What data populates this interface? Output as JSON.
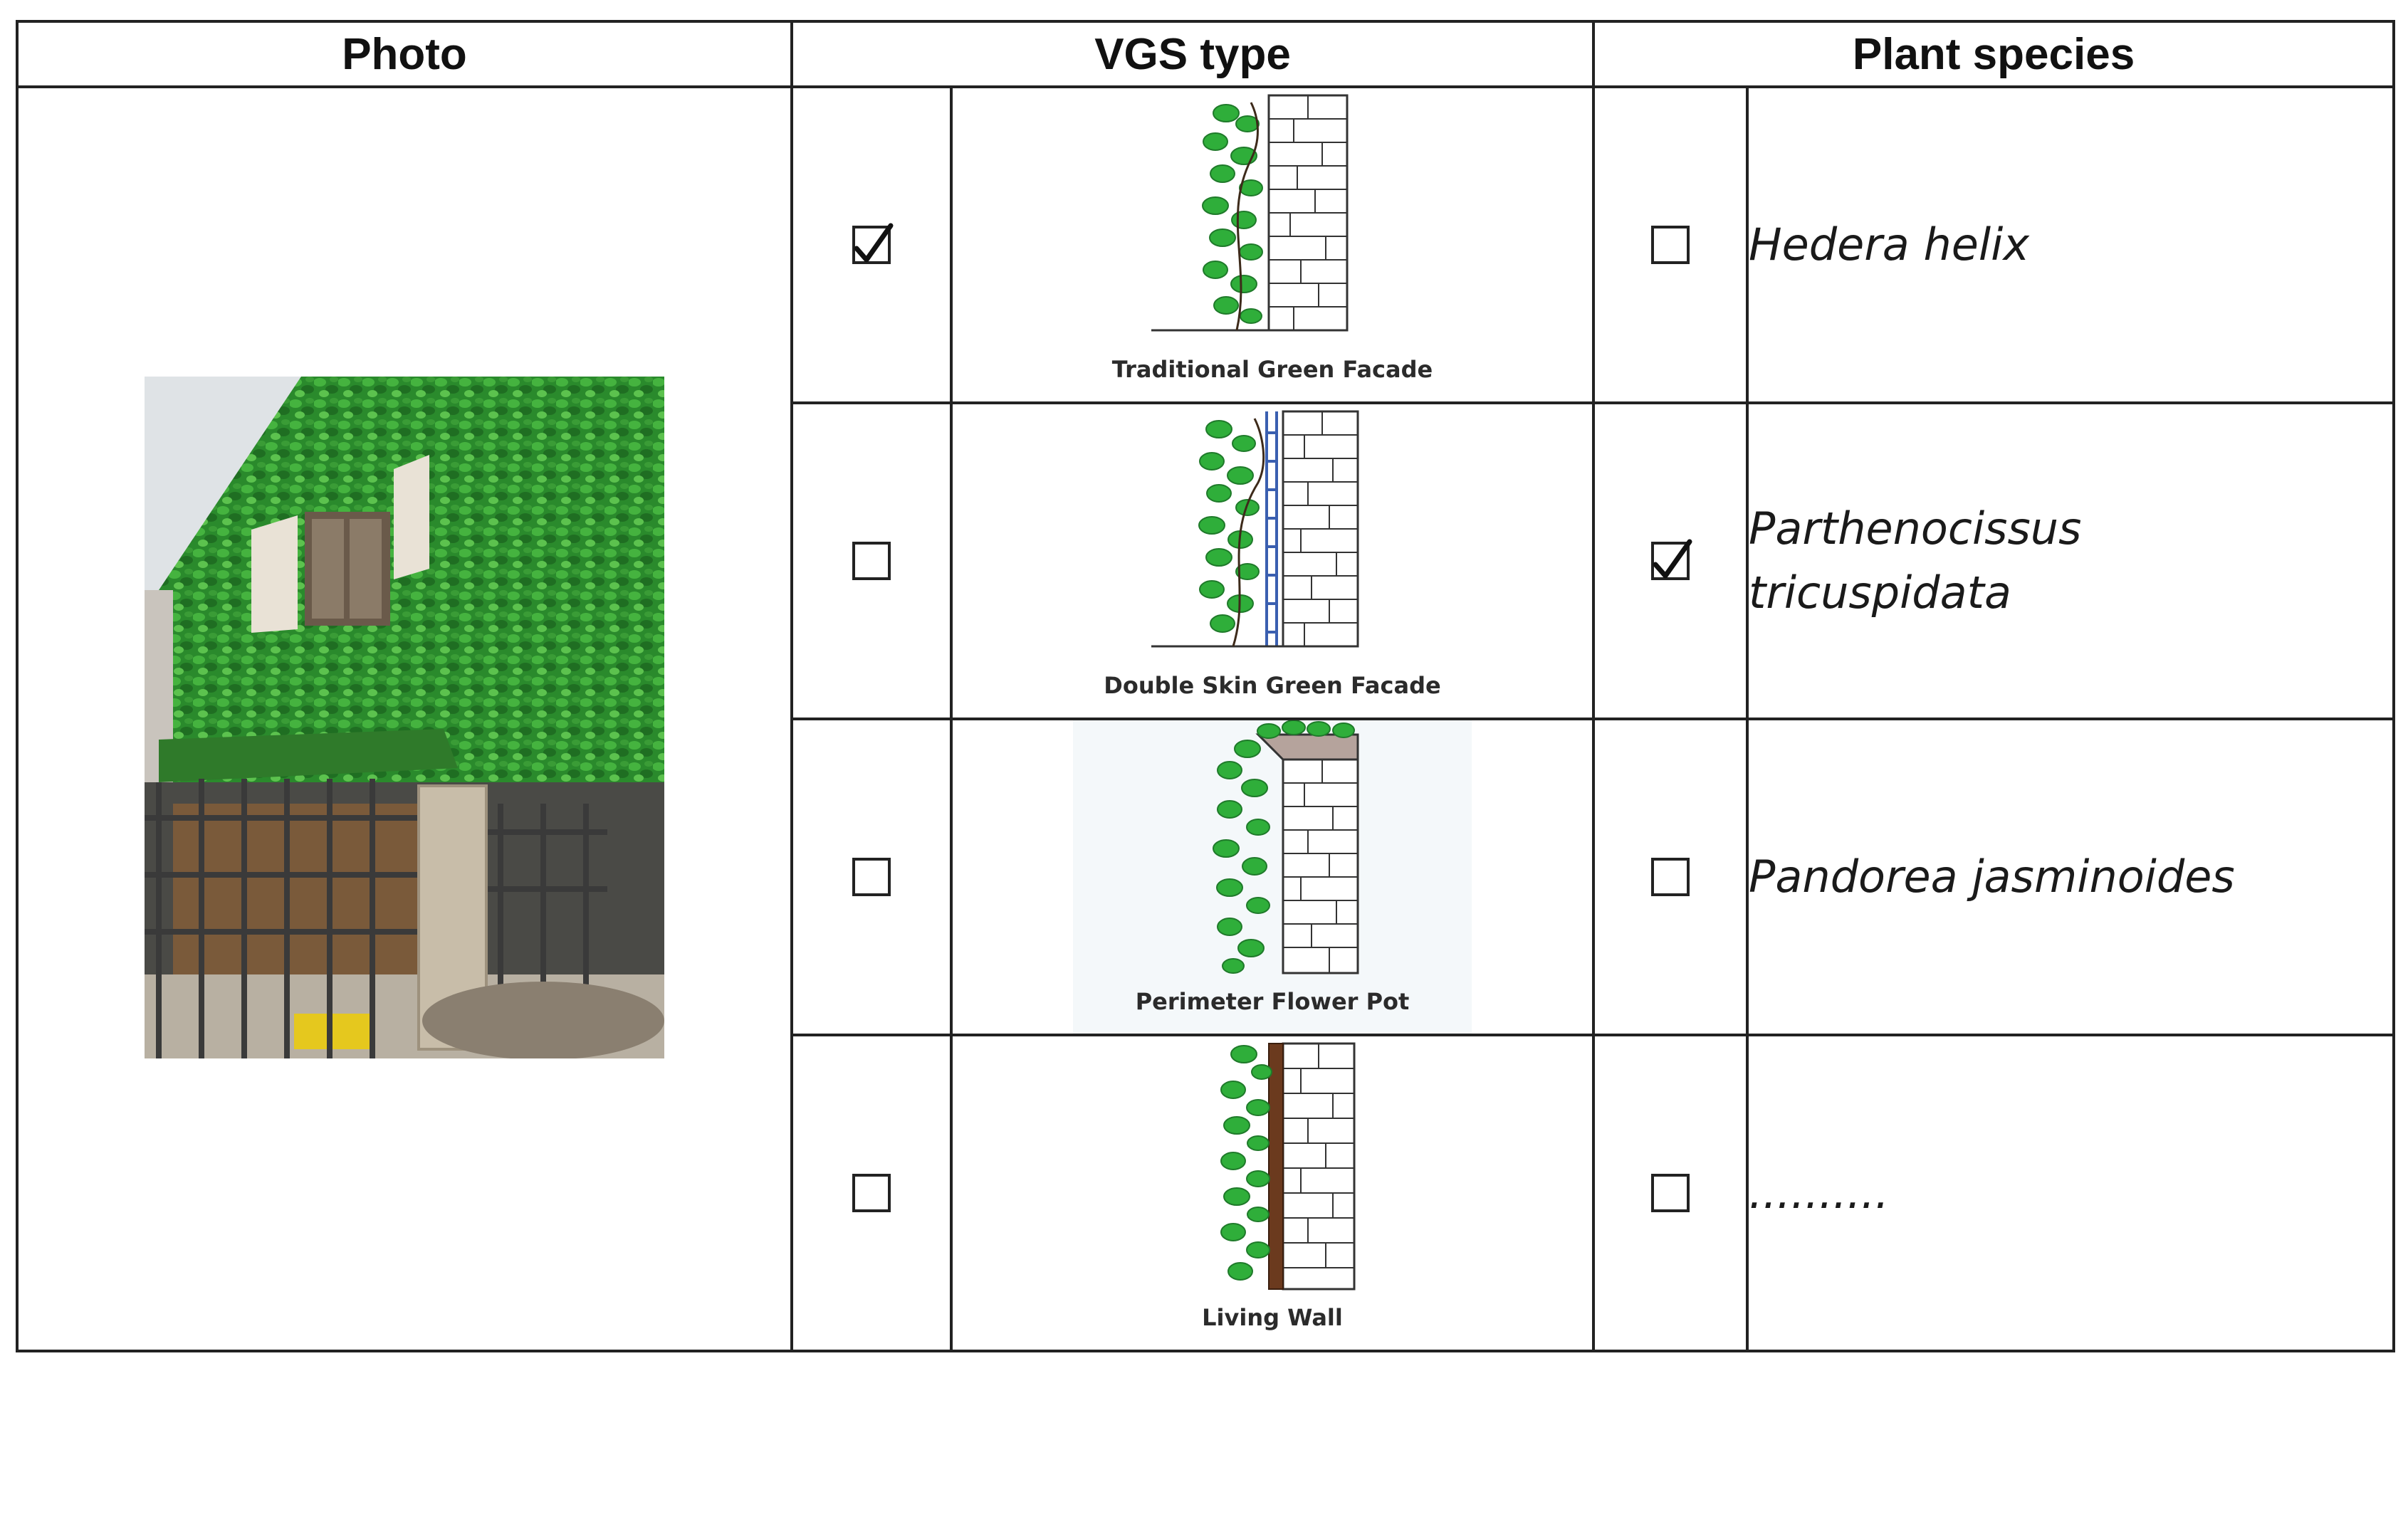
{
  "headers": {
    "photo": "Photo",
    "vgs_type": "VGS type",
    "plant_species": "Plant species"
  },
  "vgs_types": [
    {
      "label": "Traditional Green Facade",
      "checked": true,
      "icon": "traditional-green-facade-icon"
    },
    {
      "label": "Double Skin Green Facade",
      "checked": false,
      "icon": "double-skin-green-facade-icon"
    },
    {
      "label": "Perimeter Flower Pot",
      "checked": false,
      "icon": "perimeter-flower-pot-icon"
    },
    {
      "label": "Living Wall",
      "checked": false,
      "icon": "living-wall-icon"
    }
  ],
  "species": [
    {
      "name": "Hedera helix",
      "checked": false
    },
    {
      "name": "Parthenocissus tricuspidata",
      "checked": true
    },
    {
      "name": "Pandorea jasminoides",
      "checked": false
    },
    {
      "name": "..........",
      "checked": false
    }
  ],
  "colors": {
    "leaf": "#2fae3a",
    "leaf_dark": "#1f7a2a",
    "brick_line": "#333333",
    "trellis": "#3a5fb0",
    "pot_cap": "#b5a39c",
    "living_wall_panel": "#6b3a1e"
  }
}
